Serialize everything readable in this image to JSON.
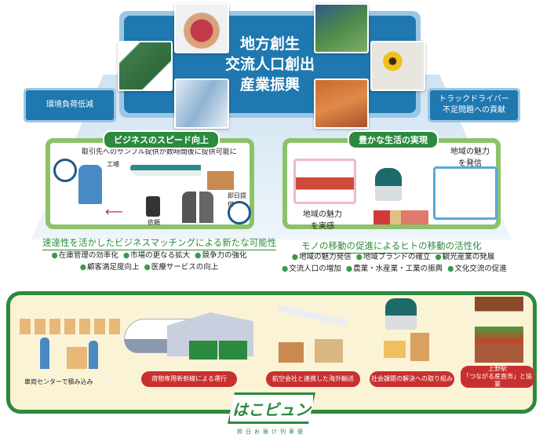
{
  "top": {
    "center_lines": [
      "地方創生",
      "交流人口創出",
      "産業振興"
    ],
    "left_box": "環境負荷低減",
    "right_box": [
      "トラックドライバー",
      "不足問題への貢献"
    ],
    "photos": [
      "grapes-photo",
      "circuit-board-photo",
      "laboratory-photo",
      "lettuce-photo",
      "sunflower-photo",
      "seafood-photo"
    ]
  },
  "left_panel": {
    "title": "ビジネスのスピード向上",
    "caption": "取引先へのサンプル提供が数時間後に提供可能に",
    "factory": "工場",
    "same_day": "即日提供",
    "request": "依頼",
    "headline": "速達性を活かしたビジネスマッチングによる新たな可能性",
    "bullets": [
      "在庫管理の効率化",
      "市場の更なる拡大",
      "競争力の強化",
      "顧客満足度向上",
      "医療サービスの向上"
    ]
  },
  "right_panel": {
    "title": "豊かな生活の実現",
    "send": [
      "地域の魅力",
      "を発信"
    ],
    "feel": [
      "地域の魅力",
      "を実感"
    ],
    "headline": "モノの移動の促進によるヒトの移動の活性化",
    "bullets": [
      "地域の魅力発信",
      "地域ブランドの確立",
      "観光産業の発展",
      "交流人口の増加",
      "農業・水産業・工業の振興",
      "文化交流の促進"
    ]
  },
  "bottom": {
    "step1": "車両センターで積み込み",
    "labels": [
      "荷物専用新幹線による運行",
      "航空会社と連携した海外輸送",
      "社会課題の解決への取り組み"
    ],
    "last_label": [
      "上野駅",
      "「つながる産直市」と協業"
    ],
    "logo": "はこビュン",
    "logo_sub": "即日お届け列車便"
  },
  "colors": {
    "blue": "#1f78b0",
    "green": "#2b8a3e",
    "red": "#c8302f",
    "cream": "#fbf3d6"
  }
}
